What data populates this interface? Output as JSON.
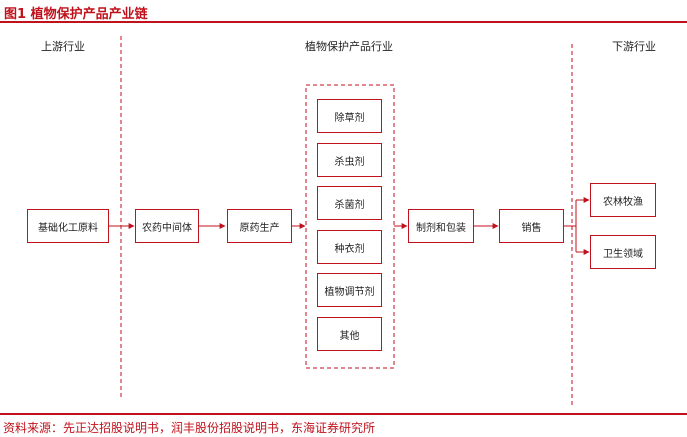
{
  "figure": {
    "title": "图1  植物保护产品产业链",
    "source": "资料来源：先正达招股说明书，润丰股份招股说明书，东海证券研究所"
  },
  "columns": {
    "upstream": "上游行业",
    "midstream": "植物保护产品行业",
    "downstream": "下游行业"
  },
  "nodes": {
    "basic_chemical": "基础化工原料",
    "pesticide_intermediate": "农药中间体",
    "technical_production": "原药生产",
    "herbicide": "除草剂",
    "insecticide": "杀虫剂",
    "fungicide": "杀菌剂",
    "seed_treatment": "种衣剂",
    "plant_growth_regulator": "植物调节剂",
    "other": "其他",
    "formulation_packaging": "制剂和包装",
    "sales": "销售",
    "agriculture": "农林牧渔",
    "public_health": "卫生领域"
  },
  "colors": {
    "accent": "#c0121c"
  }
}
